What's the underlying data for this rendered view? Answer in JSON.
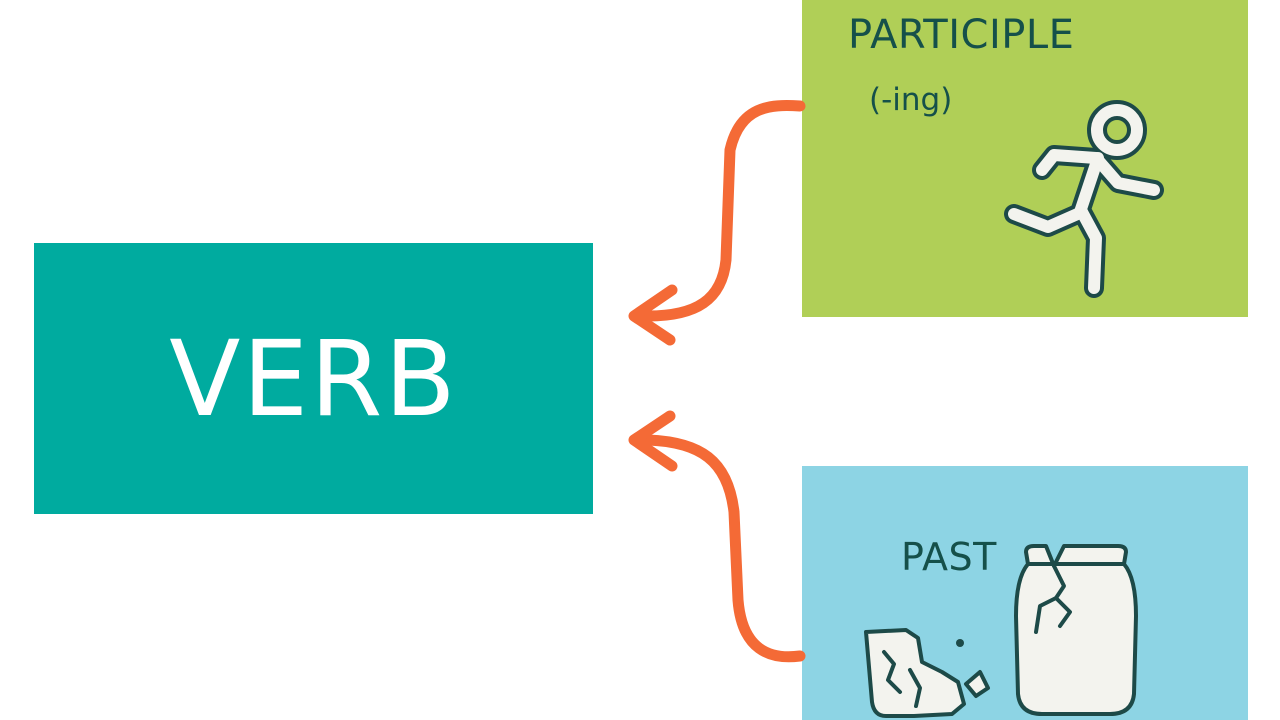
{
  "colors": {
    "verb_fill": "#00ab9f",
    "verb_text": "#ffffff",
    "participle_fill": "#b0cf57",
    "past_fill": "#8dd4e4",
    "heading_text": "#15504a",
    "arrow": "#f46a36",
    "icon_stroke": "#1d4a48",
    "icon_fill": "#f3f3ee"
  },
  "verb_box": {
    "label": "VERB"
  },
  "participle_box": {
    "title": "PARTICIPLE",
    "subtitle": "(-ing)",
    "icon": "running-person-icon"
  },
  "past_box": {
    "title": "PAST",
    "icon": "broken-vase-icon"
  },
  "arrows": [
    {
      "from": "participle_box",
      "to": "verb_box"
    },
    {
      "from": "past_box",
      "to": "verb_box"
    }
  ]
}
